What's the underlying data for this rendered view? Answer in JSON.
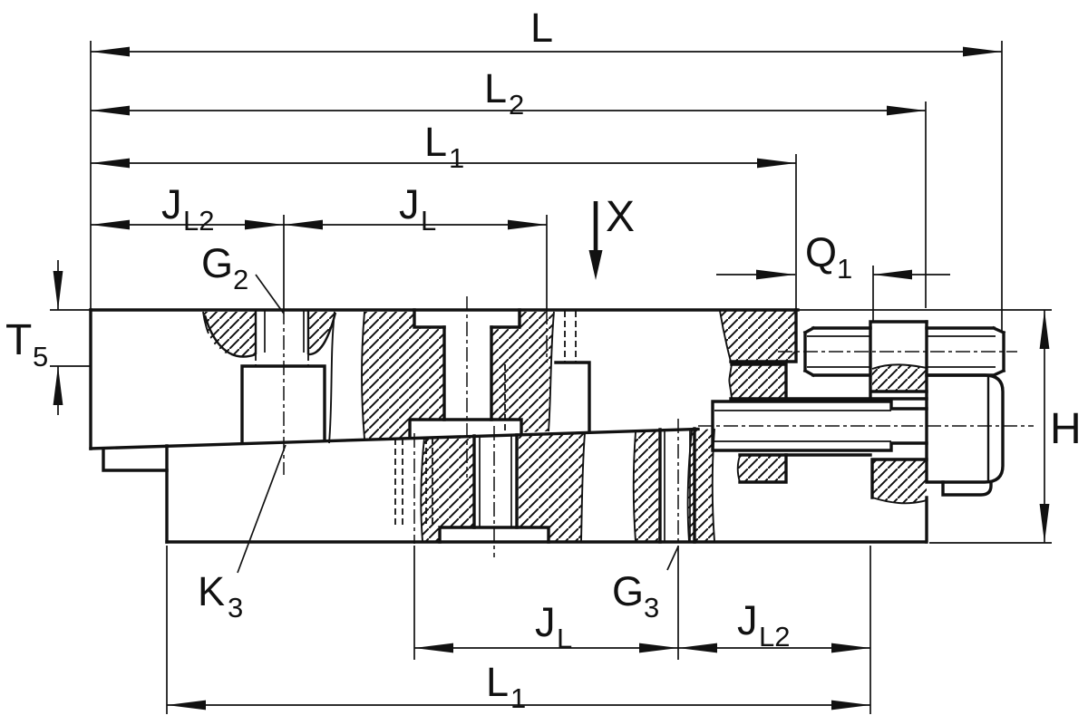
{
  "drawing": {
    "description": "Technical section drawing of a two-piece wedge adjusting element with dimension lines",
    "colors": {
      "ink": "#111111",
      "paper": "#ffffff"
    }
  },
  "labels": {
    "L": {
      "text": "L",
      "sub": ""
    },
    "L2": {
      "text": "L",
      "sub": "2"
    },
    "L1_top": {
      "text": "L",
      "sub": "1"
    },
    "JL2_top": {
      "text": "J",
      "sub": "L2"
    },
    "JL_top": {
      "text": "J",
      "sub": "L"
    },
    "X": {
      "text": "X",
      "sub": ""
    },
    "Q1": {
      "text": "Q",
      "sub": "1"
    },
    "T5": {
      "text": "T",
      "sub": "5"
    },
    "G2": {
      "text": "G",
      "sub": "2"
    },
    "H": {
      "text": "H",
      "sub": ""
    },
    "K3": {
      "text": "K",
      "sub": "3"
    },
    "G3": {
      "text": "G",
      "sub": "3"
    },
    "JL_bottom": {
      "text": "J",
      "sub": "L"
    },
    "JL2_bottom": {
      "text": "J",
      "sub": "L2"
    },
    "L1_bottom": {
      "text": "L",
      "sub": "1"
    }
  }
}
